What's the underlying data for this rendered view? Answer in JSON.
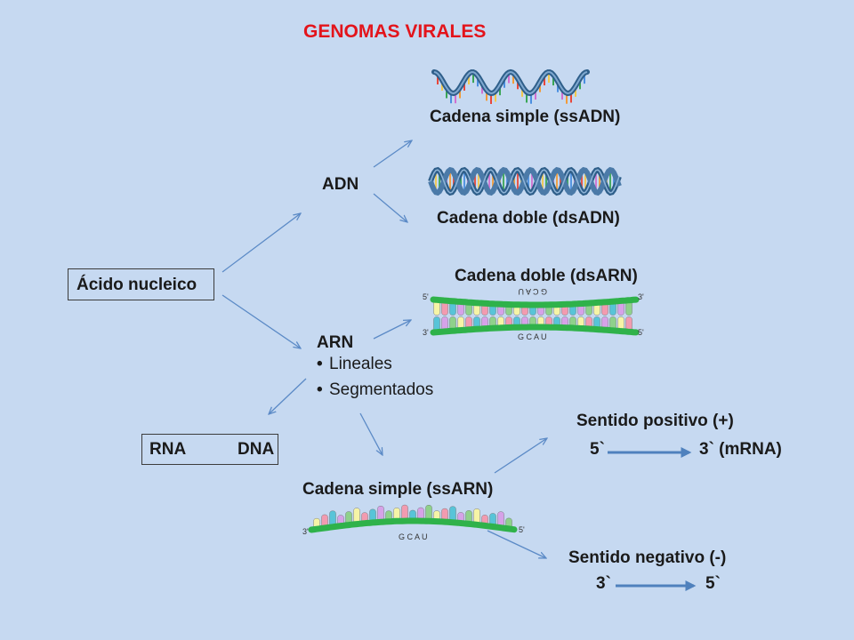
{
  "title": "GENOMAS   VIRALES",
  "root": "Ácido nucleico",
  "adn": {
    "label": "ADN",
    "simple": "Cadena simple  (ssADN)",
    "doble": "Cadena doble (dsADN)"
  },
  "arn": {
    "label": "ARN",
    "bullets": [
      "Lineales",
      "Segmentados"
    ],
    "doble": "Cadena doble  (dsARN)",
    "simple": "Cadena simple (ssARN)",
    "dsarn_letters_top": "G C A U",
    "dsarn_letters_bottom": "G C A U",
    "ssarn_letters": "G C A U",
    "end_5": "5'",
    "end_3": "3'"
  },
  "rt": {
    "from": "RNA",
    "to": "DNA"
  },
  "positivo": {
    "label": "Sentido positivo (+)",
    "left": "5`",
    "right": "3`  (mRNA)"
  },
  "negativo": {
    "label": "Sentido negativo (-)",
    "left": "3`",
    "right": "5`"
  },
  "colors": {
    "title": "#e3141b",
    "background": "#c6d9f1",
    "arrow": "#5b8ac6",
    "backbone": "#2f5f8a",
    "rna_backbone": "#2fb24a"
  }
}
